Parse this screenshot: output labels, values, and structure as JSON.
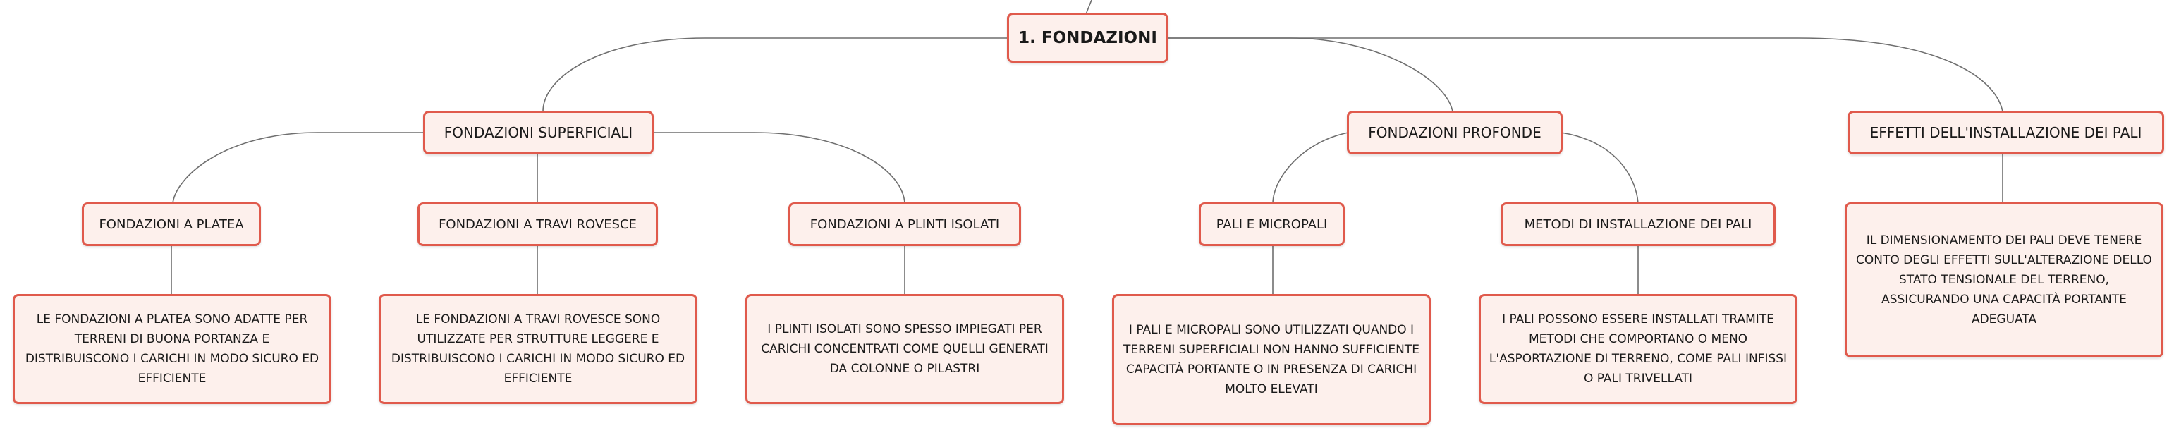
{
  "colors": {
    "node_fill": "#fdf0ec",
    "node_border": "#e05a4c",
    "link": "#6f6f6f"
  },
  "mindmap": {
    "root": {
      "label": "1. FONDAZIONI"
    },
    "branches": {
      "superficiali": {
        "label": "FONDAZIONI SUPERFICIALI",
        "platea": {
          "label": "FONDAZIONI A PLATEA",
          "text": "LE FONDAZIONI A PLATEA SONO ADATTE PER TERRENI DI BUONA PORTANZA E DISTRIBUISCONO I CARICHI IN MODO SICURO ED EFFICIENTE"
        },
        "travi": {
          "label": "FONDAZIONI A TRAVI ROVESCE",
          "text": "LE FONDAZIONI A TRAVI ROVESCE SONO UTILIZZATE PER STRUTTURE LEGGERE E DISTRIBUISCONO I CARICHI IN MODO SICURO ED EFFICIENTE"
        },
        "plinti": {
          "label": "FONDAZIONI A PLINTI ISOLATI",
          "text": "I PLINTI ISOLATI SONO SPESSO IMPIEGATI PER CARICHI CONCENTRATI COME QUELLI GENERATI DA COLONNE O PILASTRI"
        }
      },
      "profonde": {
        "label": "FONDAZIONI PROFONDE",
        "pali": {
          "label": "PALI E MICROPALI",
          "text": "I PALI E MICROPALI SONO UTILIZZATI QUANDO I TERRENI SUPERFICIALI NON HANNO SUFFICIENTE CAPACITÀ PORTANTE O IN PRESENZA DI CARICHI MOLTO ELEVATI"
        },
        "metodi": {
          "label": "METODI DI INSTALLAZIONE DEI PALI",
          "text": "I PALI POSSONO ESSERE INSTALLATI TRAMITE METODI CHE COMPORTANO O MENO L'ASPORTAZIONE DI TERRENO, COME PALI INFISSI O PALI TRIVELLATI"
        }
      },
      "effetti": {
        "label": "EFFETTI DELL'INSTALLAZIONE DEI PALI",
        "text": "IL DIMENSIONAMENTO DEI PALI DEVE TENERE CONTO DEGLI EFFETTI SULL'ALTERAZIONE DELLO STATO TENSIONALE DEL TERRENO, ASSICURANDO UNA CAPACITÀ PORTANTE ADEGUATA"
      }
    }
  }
}
